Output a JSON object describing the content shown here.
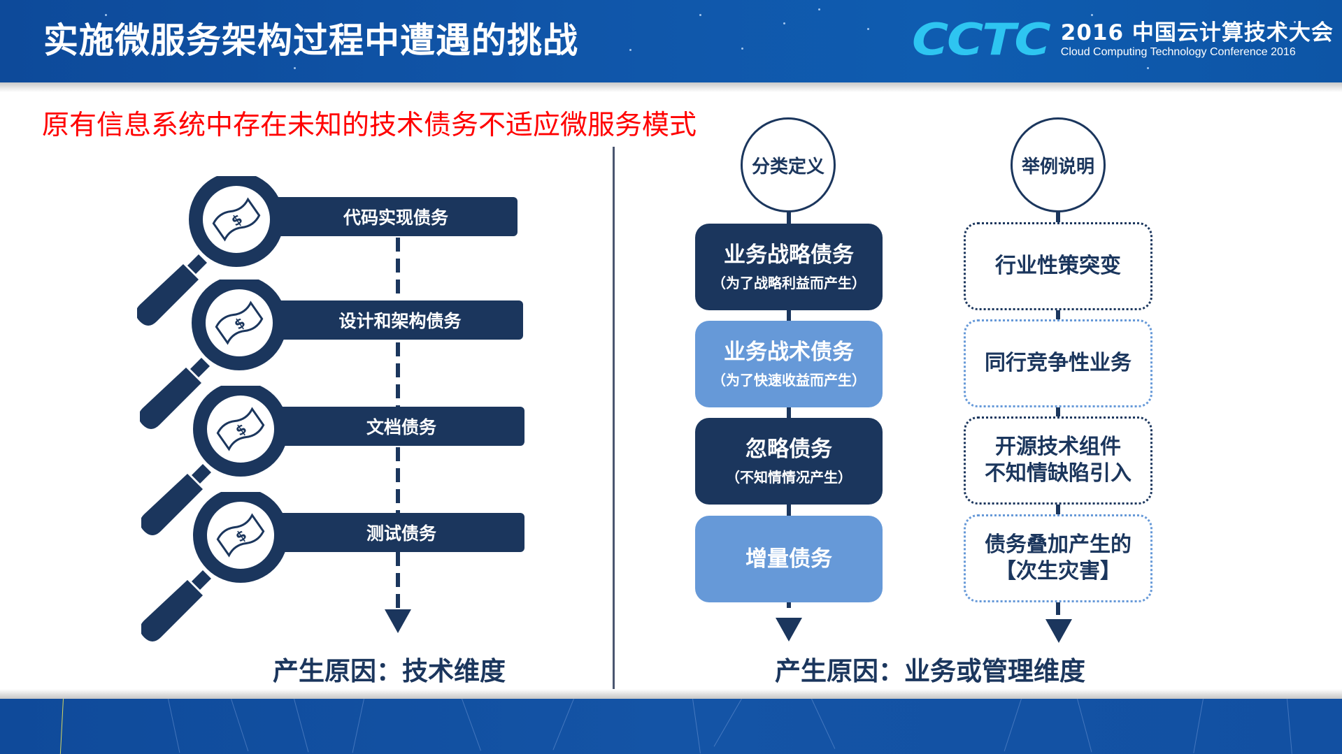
{
  "header": {
    "title": "实施微服务架构过程中遭遇的挑战",
    "logo": {
      "mark": "CCTC",
      "cn": "2016 中国云计算技术大会",
      "en": "Cloud Computing Technology Conference 2016"
    }
  },
  "subtitle": "原有信息系统中存在未知的技术债务不适应微服务模式",
  "left": {
    "items": [
      {
        "label": "代码实现债务",
        "icon": "money-bill-dollar-icon"
      },
      {
        "label": "设计和架构债务",
        "icon": "money-bill-dollar-icon"
      },
      {
        "label": "文档债务",
        "icon": "money-bill-dollar-icon"
      },
      {
        "label": "测试债务",
        "icon": "money-bill-dollar-icon"
      }
    ],
    "reason": "产生原因：技术维度"
  },
  "right": {
    "classification": {
      "header": "分类定义",
      "items": [
        {
          "title": "业务战略债务",
          "sub": "（为了战略利益而产生）",
          "style": "dark"
        },
        {
          "title": "业务战术债务",
          "sub": "（为了快速收益而产生）",
          "style": "light"
        },
        {
          "title": "忽略债务",
          "sub": "（不知情情况产生）",
          "style": "dark"
        },
        {
          "title": "增量债务",
          "sub": "",
          "style": "light"
        }
      ]
    },
    "examples": {
      "header": "举例说明",
      "items": [
        {
          "line1": "行业性策突变",
          "line2": ""
        },
        {
          "line1": "同行竞争性业务",
          "line2": ""
        },
        {
          "line1": "开源技术组件",
          "line2": "不知情缺陷引入"
        },
        {
          "line1": "债务叠加产生的",
          "line2": "【次生灾害】"
        }
      ]
    },
    "reason": "产生原因：业务或管理维度"
  },
  "colors": {
    "navy": "#1b365d",
    "light_blue": "#6699d8",
    "red": "#ff0000",
    "header_blue": "#1055a8",
    "logo_cyan": "#2ec5f1"
  }
}
